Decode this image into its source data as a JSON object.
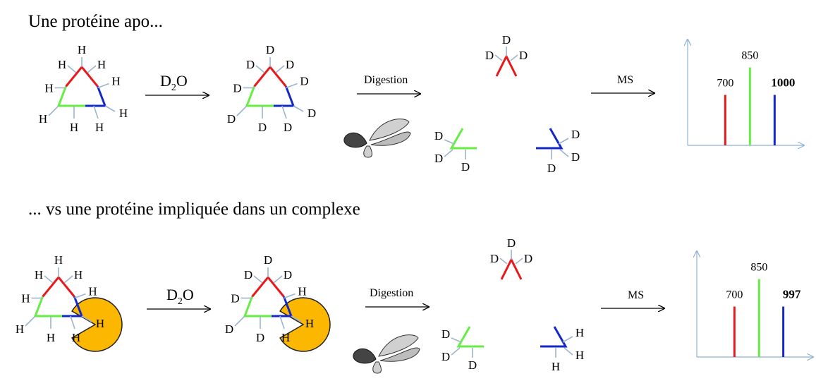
{
  "colors": {
    "red": "#e8191c",
    "green": "#66ee44",
    "blue": "#1428c8",
    "bond": "#9db4cc",
    "pacman": "#fcb800",
    "axis": "#8fb0d6"
  },
  "icons": [
    "scissors-icon",
    "scissors-icon"
  ],
  "top": {
    "caption": "Une protéine apo...",
    "reagent": "D",
    "reagent_sub": "2",
    "reagent_tail": "O",
    "step2": "Digestion",
    "step3": "MS",
    "atom_initial": "H",
    "atom_exchanged": "D",
    "peaks": [
      {
        "label": "700",
        "color": "red",
        "value": 700,
        "bold": false
      },
      {
        "label": "850",
        "color": "green",
        "value": 850,
        "bold": false
      },
      {
        "label": "1000",
        "color": "blue",
        "value": 1000,
        "bold": true
      }
    ]
  },
  "bottom": {
    "caption": "... vs une protéine impliquée dans un complexe",
    "reagent": "D",
    "reagent_sub": "2",
    "reagent_tail": "O",
    "step2": "Digestion",
    "step3": "MS",
    "atom_initial": "H",
    "atom_exchanged": "D",
    "atom_protected": "H",
    "peaks": [
      {
        "label": "700",
        "color": "red",
        "value": 700,
        "bold": false
      },
      {
        "label": "850",
        "color": "green",
        "value": 850,
        "bold": false
      },
      {
        "label": "997",
        "color": "blue",
        "value": 997,
        "bold": true
      }
    ]
  }
}
